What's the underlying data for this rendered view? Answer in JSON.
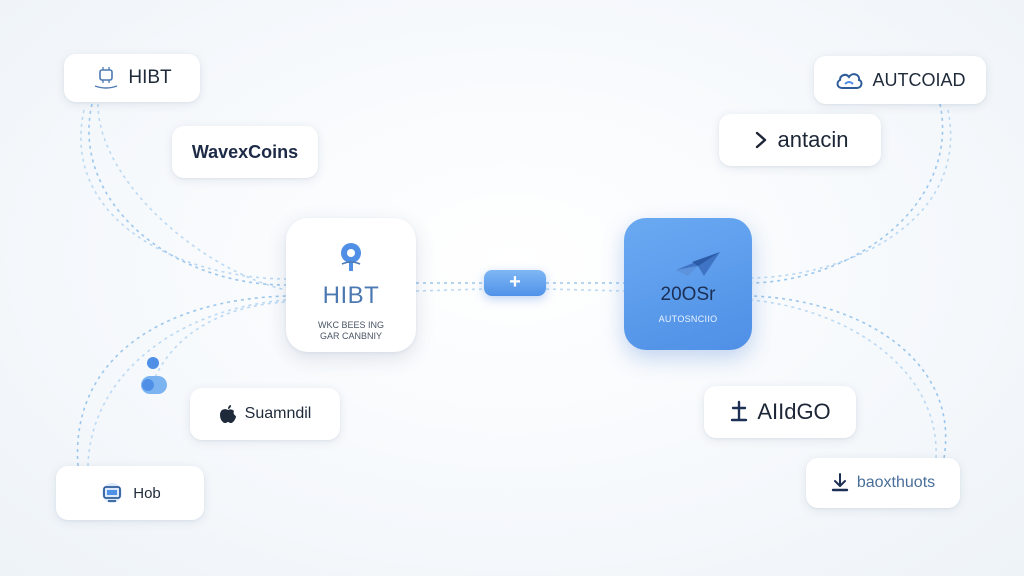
{
  "left_nodes": {
    "hibt": {
      "label": "HIBT",
      "icon": "chip-icon"
    },
    "wavexcoins": {
      "label": "WavexCoins"
    },
    "suamndil": {
      "label": "Suamndil",
      "icon": "apple-icon"
    },
    "hob": {
      "label": "Hob",
      "icon": "monitor-icon"
    }
  },
  "right_nodes": {
    "autcoiad": {
      "label": "AUTCOIAD",
      "icon": "cloud-icon"
    },
    "antacin": {
      "label": "antacin",
      "icon": "chevron-right-icon"
    },
    "aiidgo": {
      "label": "AIIdGO",
      "icon": "anchor-icon"
    },
    "baoxthuots": {
      "label": "baoxthuots",
      "icon": "download-icon"
    }
  },
  "center": {
    "left_hub": {
      "title": "HIBT",
      "subtitle_line1": "WKC BEES ING",
      "subtitle_line2": "GAR CANBNIY",
      "icon": "lock-pin-icon"
    },
    "connector": {
      "symbol": "+"
    },
    "right_hub": {
      "title": "20OSr",
      "subtitle": "AUTOSNCIIO",
      "icon": "paper-plane-icon"
    }
  },
  "colors": {
    "accent": "#5b9cec",
    "link": "#9cc6ec",
    "hub_gradient_start": "#6aaaf2",
    "hub_gradient_end": "#4f8fe6",
    "text_dark": "#1f2a3a"
  }
}
